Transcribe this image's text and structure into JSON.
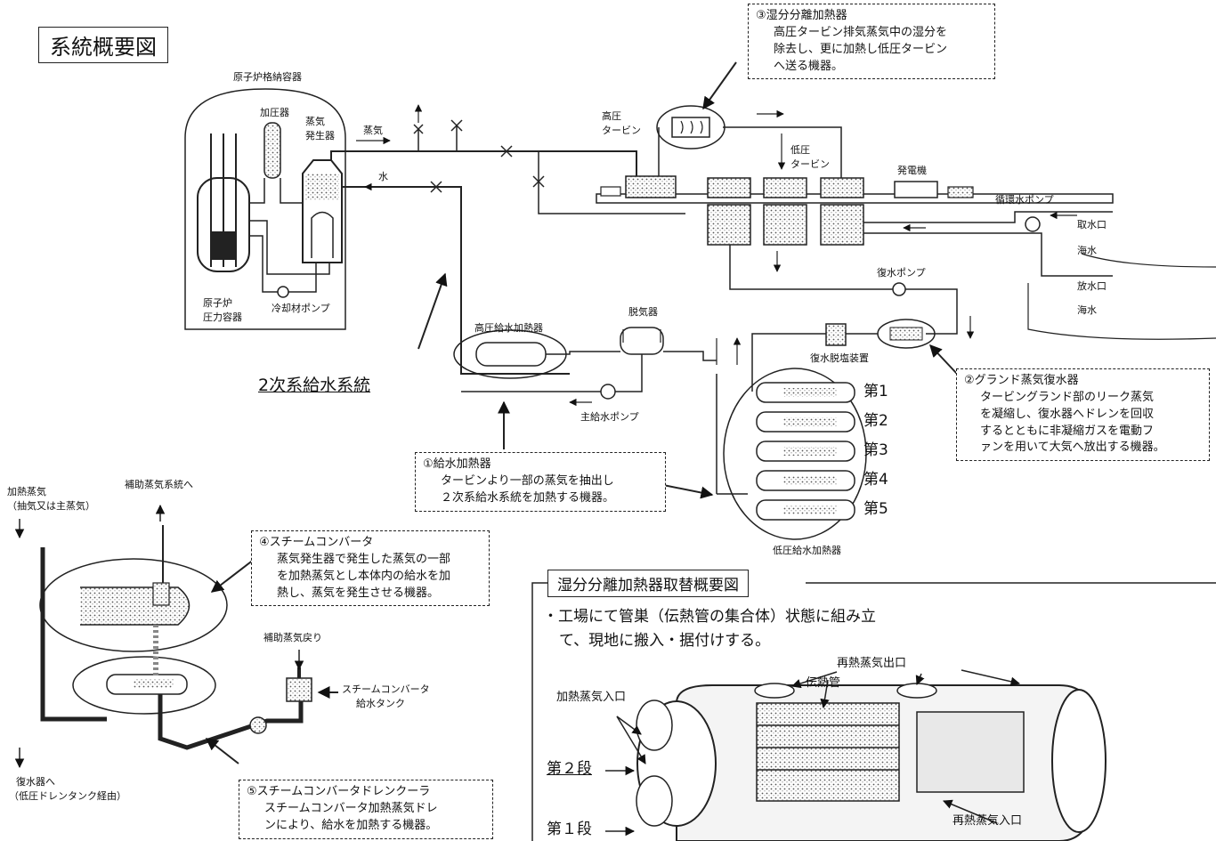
{
  "title": "系統概要図",
  "plant": {
    "containment": "原子炉格納容器",
    "pressurizer": "加圧器",
    "steam_generator": [
      "蒸気",
      "発生器"
    ],
    "reactor_vessel": [
      "原子炉",
      "圧力容器"
    ],
    "coolant_pump": "冷却材ポンプ",
    "steam_label": "蒸気",
    "water_label": "水",
    "hp_turbine": [
      "高圧",
      "タービン"
    ],
    "lp_turbine": [
      "低圧",
      "タービン"
    ],
    "generator": "発電機",
    "circ_pump": "循環水ポンプ",
    "intake": "取水口",
    "sea1": "海水",
    "discharge": "放水口",
    "sea2": "海水",
    "condensate_pump": "復水ポンプ",
    "deaerator": "脱気器",
    "hp_heater": "高圧給水加熱器",
    "main_feed_pump": "主給水ポンプ",
    "demineralizer": "復水脱塩装置",
    "lp_heater": "低圧給水加熱器",
    "stages": [
      "第1",
      "第2",
      "第3",
      "第4",
      "第5"
    ],
    "secondary_system": "2次系給水系統"
  },
  "callouts": {
    "c3": {
      "title": "③湿分分離加熱器",
      "lines": [
        "高圧タービン排気蒸気中の湿分を",
        "除去し、更に加熱し低圧タービン",
        "へ送る機器。"
      ]
    },
    "c2": {
      "title": "②グランド蒸気復水器",
      "lines": [
        "タービングランド部のリーク蒸気",
        "を凝縮し、復水器へドレンを回収",
        "するとともに非凝縮ガスを電動フ",
        "ァンを用いて大気へ放出する機器。"
      ]
    },
    "c1": {
      "title": "①給水加熱器",
      "lines": [
        "タービンより一部の蒸気を抽出し",
        "２次系給水系統を加熱する機器。"
      ]
    },
    "c4": {
      "title": "④スチームコンバータ",
      "lines": [
        "蒸気発生器で発生した蒸気の一部",
        "を加熱蒸気とし本体内の給水を加",
        "熱し、蒸気を発生させる機器。"
      ]
    },
    "c5": {
      "title": "⑤スチームコンバータドレンクーラ",
      "lines": [
        "スチームコンバータ加熱蒸気ドレ",
        "ンにより、給水を加熱する機器。"
      ]
    }
  },
  "converter": {
    "heating_steam": [
      "加熱蒸気",
      "（抽気又は主蒸気）"
    ],
    "to_aux": "補助蒸気系統へ",
    "aux_return": "補助蒸気戻り",
    "feed_tank": [
      "スチームコンバータ",
      "給水タンク"
    ],
    "to_condenser": [
      "復水器へ",
      "（低圧ドレンタンク経由）"
    ]
  },
  "replacement": {
    "title": "湿分分離加熱器取替概要図",
    "desc": [
      "・工場にて管巣（伝熱管の集合体）状態に組み立",
      "て、現地に搬入・据付けする。"
    ],
    "reheat_out": "再熱蒸気出口",
    "tubes": "伝熱管",
    "heating_in": "加熱蒸気入口",
    "stage2": "第２段",
    "stage1": "第１段",
    "reheat_in": "再熱蒸気入口"
  }
}
